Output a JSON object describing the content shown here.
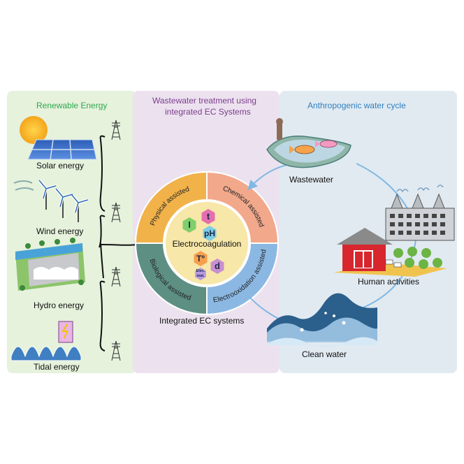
{
  "panels": {
    "renewable": {
      "title": "Renewable Energy",
      "color": "#2fa84f",
      "bg": "#e6f2dc"
    },
    "treatment": {
      "title_line1": "Wastewater treatment using",
      "title_line2": "integrated EC Systems",
      "color": "#7b3d8c",
      "bg": "#ece2ef"
    },
    "water_cycle": {
      "title": "Anthropogenic water cycle",
      "color": "#2f7fc1",
      "bg": "#e1eaf1"
    }
  },
  "energy_sources": [
    {
      "label": "Solar energy",
      "icon": "solar-panel-icon"
    },
    {
      "label": "Wind energy",
      "icon": "wind-turbine-icon"
    },
    {
      "label": "Hydro energy",
      "icon": "hydro-dam-icon"
    },
    {
      "label": "Tidal energy",
      "icon": "tidal-energy-icon"
    }
  ],
  "ec_wheel": {
    "center_label": "Electrocoagulation",
    "caption": "Integrated EC systems",
    "segments": [
      {
        "label": "Physical assisted",
        "color": "#f1b24a"
      },
      {
        "label": "Chemical assisted",
        "color": "#f2a88b"
      },
      {
        "label": "Electrooxidation assisted",
        "color": "#8bb8e3"
      },
      {
        "label": "Biological assisted",
        "color": "#5d8f83"
      }
    ],
    "parameters": [
      {
        "symbol": "I",
        "color": "#7fcf6c"
      },
      {
        "symbol": "t",
        "color": "#e46fb0"
      },
      {
        "symbol": "pH",
        "color": "#7ecde6"
      },
      {
        "symbol": "Tº",
        "color": "#f6a04d"
      },
      {
        "symbol": "d",
        "color": "#c98fd0"
      },
      {
        "symbol": "Elec. mat.",
        "color": "#b89ae0"
      }
    ]
  },
  "water_cycle": {
    "stages": [
      {
        "label": "Wastewater",
        "icon": "polluted-pond-icon"
      },
      {
        "label": "Human activities",
        "icon": "factory-house-farm-icon"
      },
      {
        "label": "Clean water",
        "icon": "clean-water-waves-icon"
      }
    ]
  }
}
